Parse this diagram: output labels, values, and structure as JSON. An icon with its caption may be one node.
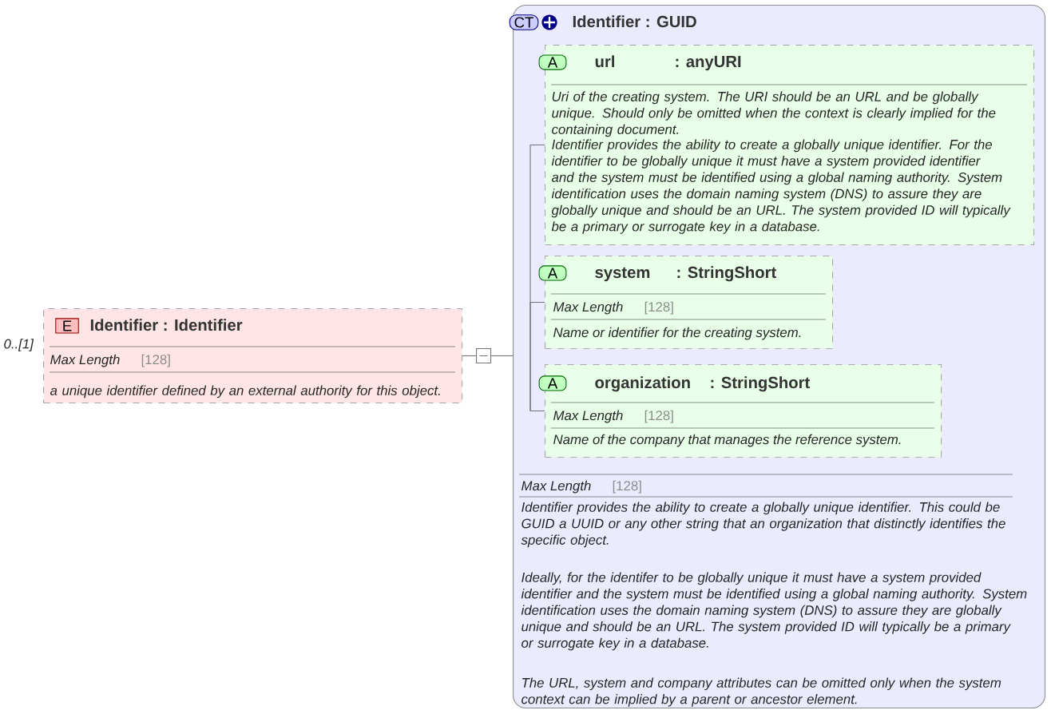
{
  "diagram": {
    "nodes": [
      {
        "text": [
          "E",
          "Identifier : Identifier",
          "Max Length",
          "[128]",
          "a unique identifier defined by an external authority for this object."
        ],
        "beside": [
          "0..[1]"
        ]
      },
      {
        "text": [
          "CT",
          "Identifier : GUID",
          "Max Length",
          "[128]",
          "Identifier provides the ability to create a globally unique identifier.   This could be GUID a UUID or any other string that an organization that distinctly identifies the specific object.",
          "Ideally, for the identifer to be globally unique it must have a system provided identifier and the system must be identified using a global naming authority. System identification uses the domain naming system (DNS) to assure they are globally unique and should be an URL. The system provided ID will typically be a primary or surrogate key in a database.",
          "The URL, system and company attributes can be omitted only when the system context can be implied by a parent or ancestor element."
        ]
      },
      {
        "text": [
          "A",
          "url",
          ": anyURI",
          "Uri of the creating system. The URI should be an URL and be globally unique. Should only be omitted when the context is clearly implied for the containing document.",
          "Identifier provides the ability to create a globally unique identifier. For the identifier to be globally unique it must have a system provided identifier and the system must be identified using a global naming authority. System identification uses the domain naming system (DNS) to assure they are globally unique and should be an URL. The system provided ID will typically be a primary or surrogate key in a database."
        ],
        "in": 1
      },
      {
        "text": [
          "A",
          "system",
          ": StringShort",
          "Max Length",
          "[128]",
          "Name or identifier for the creating system."
        ],
        "in": 1
      },
      {
        "text": [
          "A",
          "organization",
          ": StringShort",
          "Max Length",
          "[128]",
          "Name of the company that manages the reference system."
        ],
        "in": 1
      },
      {
        "text": [],
        "shape": "box"
      }
    ],
    "edges": [
      {
        "from": 0,
        "to": 5,
        "arrow": "none"
      },
      {
        "from": 5,
        "to": 1,
        "arrow": "none"
      },
      {
        "from": 1,
        "to": 2,
        "arrow": "none"
      },
      {
        "from": 1,
        "to": 3,
        "arrow": "none"
      },
      {
        "from": 1,
        "to": 4,
        "arrow": "none"
      }
    ]
  }
}
